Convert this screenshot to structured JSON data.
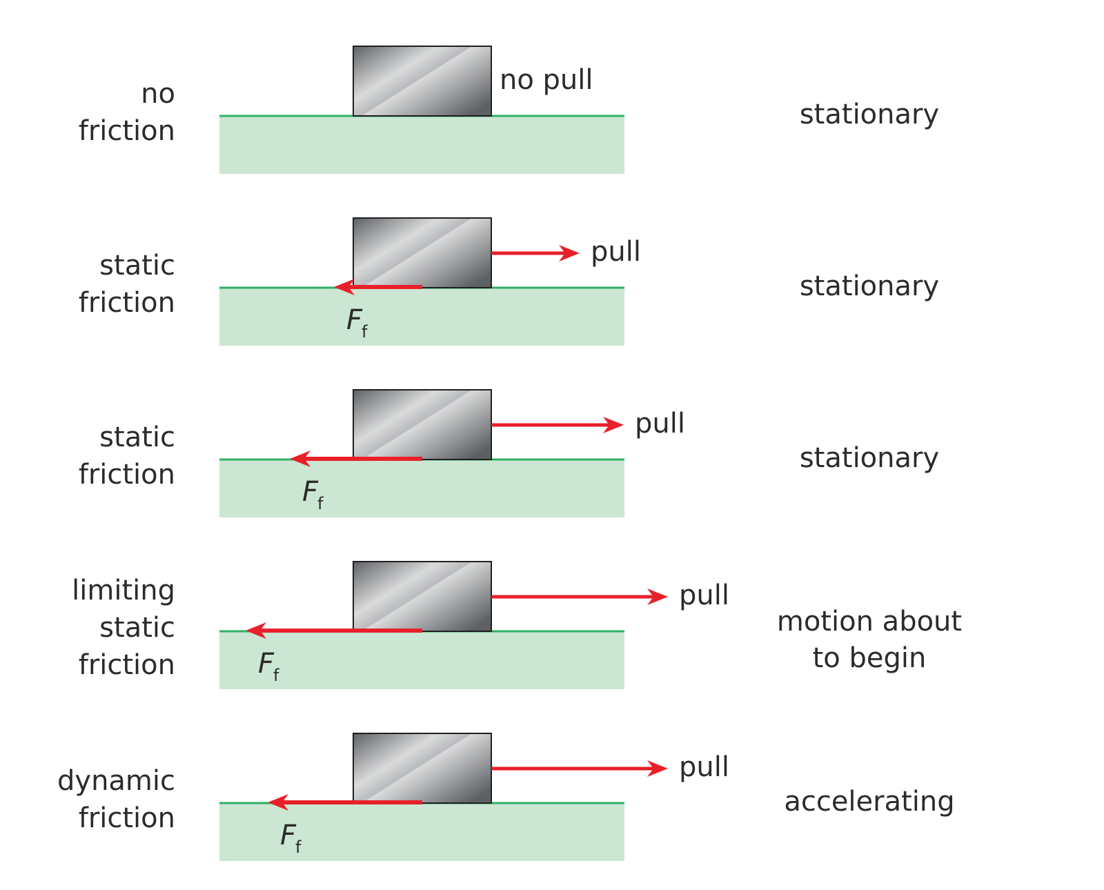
{
  "colors": {
    "surface_fill": "#cbe6d2",
    "surface_line": "#2fb065",
    "arrow": "#e8202a",
    "block_dark": "#5e6164",
    "block_light": "#d9dadb",
    "text": "#2b2b2b"
  },
  "rows": [
    {
      "friction_label": [
        "no",
        "friction"
      ],
      "pull_label": "no pull",
      "state_label": [
        "stationary"
      ],
      "pull_force": 0,
      "friction_force": 0,
      "friction_symbol": "",
      "friction_subscript": ""
    },
    {
      "friction_label": [
        "static",
        "friction"
      ],
      "pull_label": "pull",
      "state_label": [
        "stationary"
      ],
      "pull_force": 1,
      "friction_force": 1,
      "friction_symbol": "F",
      "friction_subscript": "f"
    },
    {
      "friction_label": [
        "static",
        "friction"
      ],
      "pull_label": "pull",
      "state_label": [
        "stationary"
      ],
      "pull_force": 1.5,
      "friction_force": 1.5,
      "friction_symbol": "F",
      "friction_subscript": "f"
    },
    {
      "friction_label": [
        "limiting",
        "static",
        "friction"
      ],
      "pull_label": "pull",
      "state_label": [
        "motion about",
        "to begin"
      ],
      "pull_force": 2,
      "friction_force": 2,
      "friction_symbol": "F",
      "friction_subscript": "f"
    },
    {
      "friction_label": [
        "dynamic",
        "friction"
      ],
      "pull_label": "pull",
      "state_label": [
        "accelerating"
      ],
      "pull_force": 2,
      "friction_force": 1.75,
      "friction_symbol": "F",
      "friction_subscript": "f"
    }
  ]
}
